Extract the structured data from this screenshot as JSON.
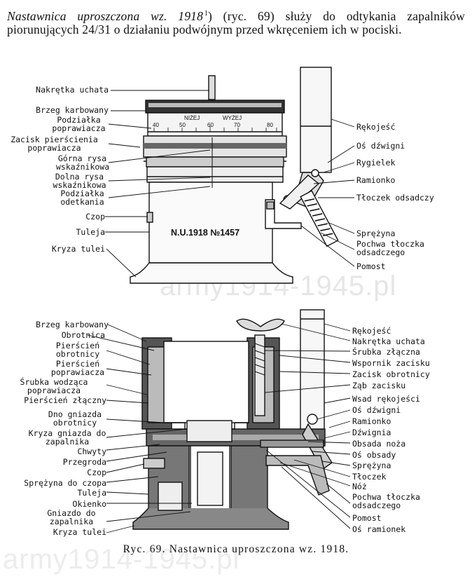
{
  "intro": {
    "title_italic": "Nastawnica uproszczona wz. 1918",
    "footnote_mark": "1",
    "rest": ") (ryc. 69) służy do odtykania zapalników piorunujących 24/31 o działaniu podwójnym przed wkręceniem ich w pociski."
  },
  "figure_top": {
    "labels_left": [
      "Nakrętka uchata",
      "Brzeg karbowany",
      "Podziałka poprawiacza",
      "Zacisk pierścienia poprawiacza",
      "Górna rysa wskaźnikowa",
      "Dolna rysa wskaźnikowa",
      "Podziałka odetkania",
      "Czop",
      "Tuleja",
      "Kryza tulei"
    ],
    "labels_right": [
      "Rękojeść",
      "Oś dźwigni",
      "Rygielek",
      "Ramionko",
      "Tłoczek odsadczy",
      "Sprężyna",
      "Pochwa tłoczka odsadczego",
      "Pomost"
    ],
    "stamp": "N.U.1918 №1457",
    "scale_words": [
      "NIŻEJ",
      "WYŻEJ"
    ],
    "scale_numbers": [
      "40",
      "50",
      "60",
      "70",
      "80"
    ]
  },
  "figure_bottom": {
    "labels_left": [
      "Brzeg karbowany",
      "Obrotnica",
      "Pierścień obrotnicy",
      "Pierścień poprawiacza",
      "Śrubka wodząca poprawiacza",
      "Pierścień złączny",
      "Dno gniazda obrotnicy",
      "Kryza gniazda do zapalnika",
      "Chwyty",
      "Przegroda",
      "Czop",
      "Sprężyna do czopa",
      "Tuleja",
      "Okienko",
      "Gniazdo do zapalnika",
      "Kryza tulei"
    ],
    "labels_right": [
      "Rękojeść",
      "Nakrętka uchata",
      "Śrubka złączna",
      "Wspornik zacisku",
      "Zacisk obrotnicy",
      "Ząb zacisku",
      "Wsad rękojeści",
      "Oś dźwigni",
      "Ramionko",
      "Dźwignia",
      "Obsada noża",
      "Oś obsady",
      "Sprężyna",
      "Tłoczek",
      "Nóż",
      "Pochwa tłoczka odsadczego",
      "Pomost",
      "Oś ramionek"
    ]
  },
  "caption": "Ryc. 69. Nastawnica uproszczona wz. 1918.",
  "watermarks": [
    "army1914-1945.pl",
    "army1914-1945.pl"
  ]
}
